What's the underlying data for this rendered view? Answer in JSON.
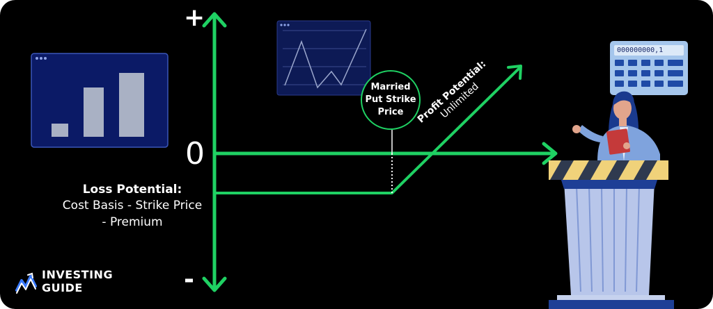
{
  "axis": {
    "plus": "+",
    "zero": "0",
    "minus": "-"
  },
  "strike": {
    "label": "Married Put Strike Price"
  },
  "profit": {
    "title": "Profit Potential:",
    "value": "Unlimited"
  },
  "loss": {
    "title": "Loss Potential:",
    "line1": "Cost Basis - Strike Price",
    "line2": "- Premium"
  },
  "brand": {
    "line1": "INVESTING",
    "line2": "GUIDE"
  },
  "calculator": {
    "display": "000000000,1"
  },
  "colors": {
    "background": "#000000",
    "payoff_green": "#1fd163",
    "panel_navy": "#0b1a66",
    "bar_gray": "#a9b1c4",
    "calculator_blue": "#a5c6ec",
    "hazard_yellow": "#f0d27a"
  }
}
